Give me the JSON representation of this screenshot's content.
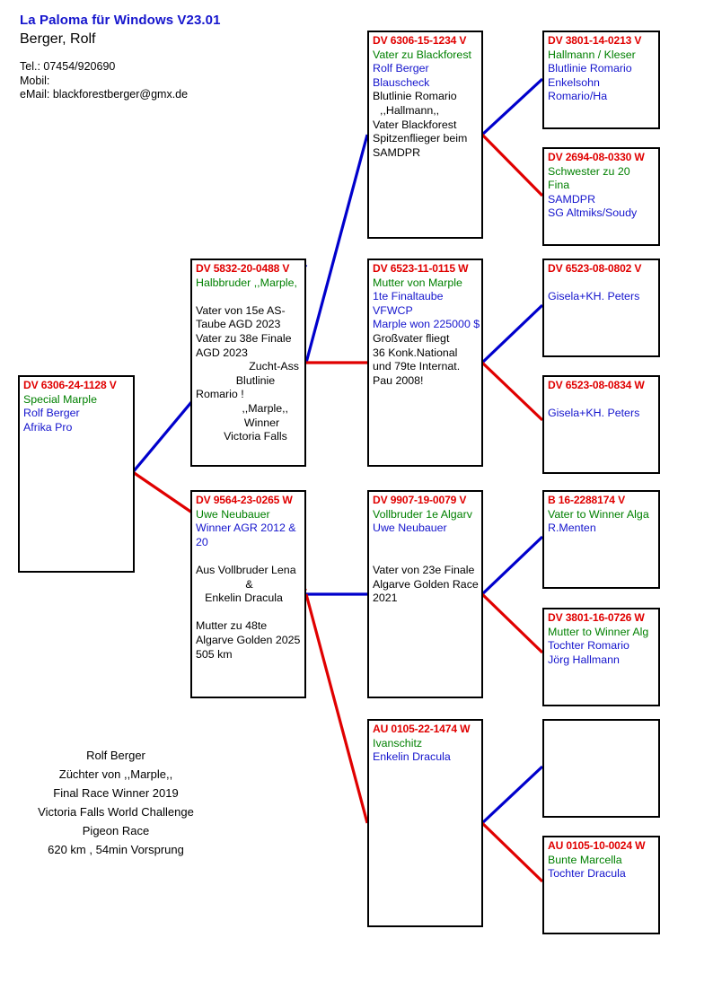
{
  "header": {
    "app_title": "La Paloma für Windows V23.01",
    "owner_name": "Berger, Rolf",
    "tel": "Tel.: 07454/920690",
    "mobil": "Mobil:",
    "email": "eMail: blackforestberger@gmx.de"
  },
  "colors": {
    "ring": "#e00000",
    "name": "#008000",
    "owner": "#1515cd",
    "note": "#000000",
    "link_sire": "#0000cc",
    "link_dam": "#e00000",
    "border": "#000000",
    "title": "#1515cd"
  },
  "pedigree": {
    "subject": {
      "ring": "DV 6306-24-1128 V",
      "name": "Special Marple",
      "owner": "Rolf Berger",
      "owner2": "Afrika Pro"
    },
    "gen2": [
      {
        "ring": "DV 5832-20-0488 V",
        "name": "Halbbruder ,,Marple,",
        "notes": [
          "Vater von 15e AS-",
          "Taube AGD 2023",
          "Vater zu 38e Finale",
          "AGD 2023",
          "Zucht-Ass",
          "Blutlinie",
          "Romario !",
          ",,Marple,,",
          "Winner",
          "Victoria Falls"
        ]
      },
      {
        "ring": "DV 9564-23-0265 W",
        "name": "Uwe Neubauer",
        "owner": "Winner AGR 2012 &",
        "owner2": "20",
        "notes": [
          "Aus Vollbruder Lena",
          "&",
          "Enkelin Dracula",
          "",
          "Mutter zu 48te",
          "Algarve Golden 2025",
          "505 km"
        ]
      }
    ],
    "gen3": [
      {
        "ring": "DV 6306-15-1234 V",
        "name": "Vater zu Blackforest",
        "owner": "Rolf Berger",
        "owner2": "Blauscheck",
        "notes": [
          "Blutlinie Romario",
          ",,Hallmann,,",
          "Vater Blackforest",
          "Spitzenflieger beim",
          "SAMDPR"
        ]
      },
      {
        "ring": "DV 6523-11-0115 W",
        "name": "Mutter von Marple",
        "owner": "1te Finaltaube",
        "owner2": "VFWCP",
        "owner3": "Marple won 225000 $",
        "notes": [
          "Großvater fliegt",
          "36 Konk.National",
          "und 79te Internat.",
          "Pau 2008!"
        ]
      },
      {
        "ring": "DV 9907-19-0079 V",
        "name": "Vollbruder 1e Algarv",
        "owner": "Uwe Neubauer",
        "notes": [
          "",
          "Vater von 23e Finale",
          "Algarve Golden Race",
          "2021"
        ]
      },
      {
        "ring": "AU 0105-22-1474 W",
        "name": "Ivanschitz",
        "owner": "Enkelin Dracula",
        "notes": []
      }
    ],
    "gen4": [
      {
        "ring": "DV 3801-14-0213 V",
        "name": "Hallmann / Kleser",
        "owner": "Blutlinie Romario",
        "owner2": "Enkelsohn",
        "owner3": "Romario/Ha"
      },
      {
        "ring": "DV 2694-08-0330 W",
        "name": "Schwester zu 20",
        "name2": "Fina",
        "owner": "SAMDPR",
        "owner2": "SG Altmiks/Soudy"
      },
      {
        "ring": "DV 6523-08-0802 V",
        "name": "",
        "owner": "Gisela+KH. Peters"
      },
      {
        "ring": "DV 6523-08-0834 W",
        "name": "",
        "owner": "Gisela+KH. Peters"
      },
      {
        "ring": "B  16-2288174 V",
        "name": "Vater to Winner Alga",
        "owner": "R.Menten"
      },
      {
        "ring": "DV 3801-16-0726 W",
        "name": "Mutter to Winner Alg",
        "owner": "Tochter Romario",
        "owner2": "Jörg Hallmann"
      },
      {
        "ring": "",
        "name": "",
        "owner": ""
      },
      {
        "ring": "AU 0105-10-0024 W",
        "name": "Bunte Marcella",
        "owner": "Tochter Dracula"
      }
    ]
  },
  "footer": {
    "lines": [
      "Rolf Berger",
      "Züchter von ,,Marple,,",
      "Final Race Winner 2019",
      "Victoria Falls World Challenge",
      "Pigeon Race",
      "620 km , 54min Vorsprung"
    ]
  }
}
